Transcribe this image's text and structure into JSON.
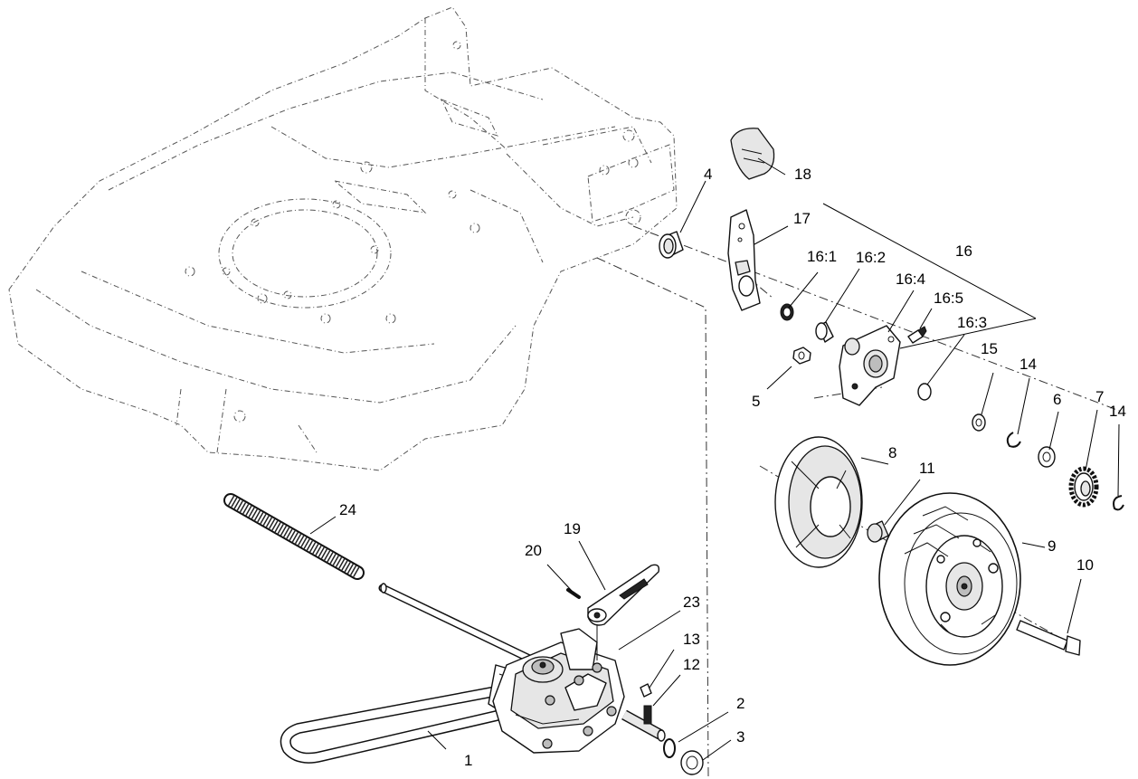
{
  "callouts": {
    "c1": "1",
    "c2": "2",
    "c3": "3",
    "c4": "4",
    "c5": "5",
    "c6": "6",
    "c7": "7",
    "c8": "8",
    "c9": "9",
    "c10": "10",
    "c11": "11",
    "c12": "12",
    "c13": "13",
    "c14a": "14",
    "c14b": "14",
    "c15": "15",
    "c16": "16",
    "c16_1": "16:1",
    "c16_2": "16:2",
    "c16_3": "16:3",
    "c16_4": "16:4",
    "c16_5": "16:5",
    "c17": "17",
    "c18": "18",
    "c19": "19",
    "c20": "20",
    "c23": "23",
    "c24": "24"
  }
}
